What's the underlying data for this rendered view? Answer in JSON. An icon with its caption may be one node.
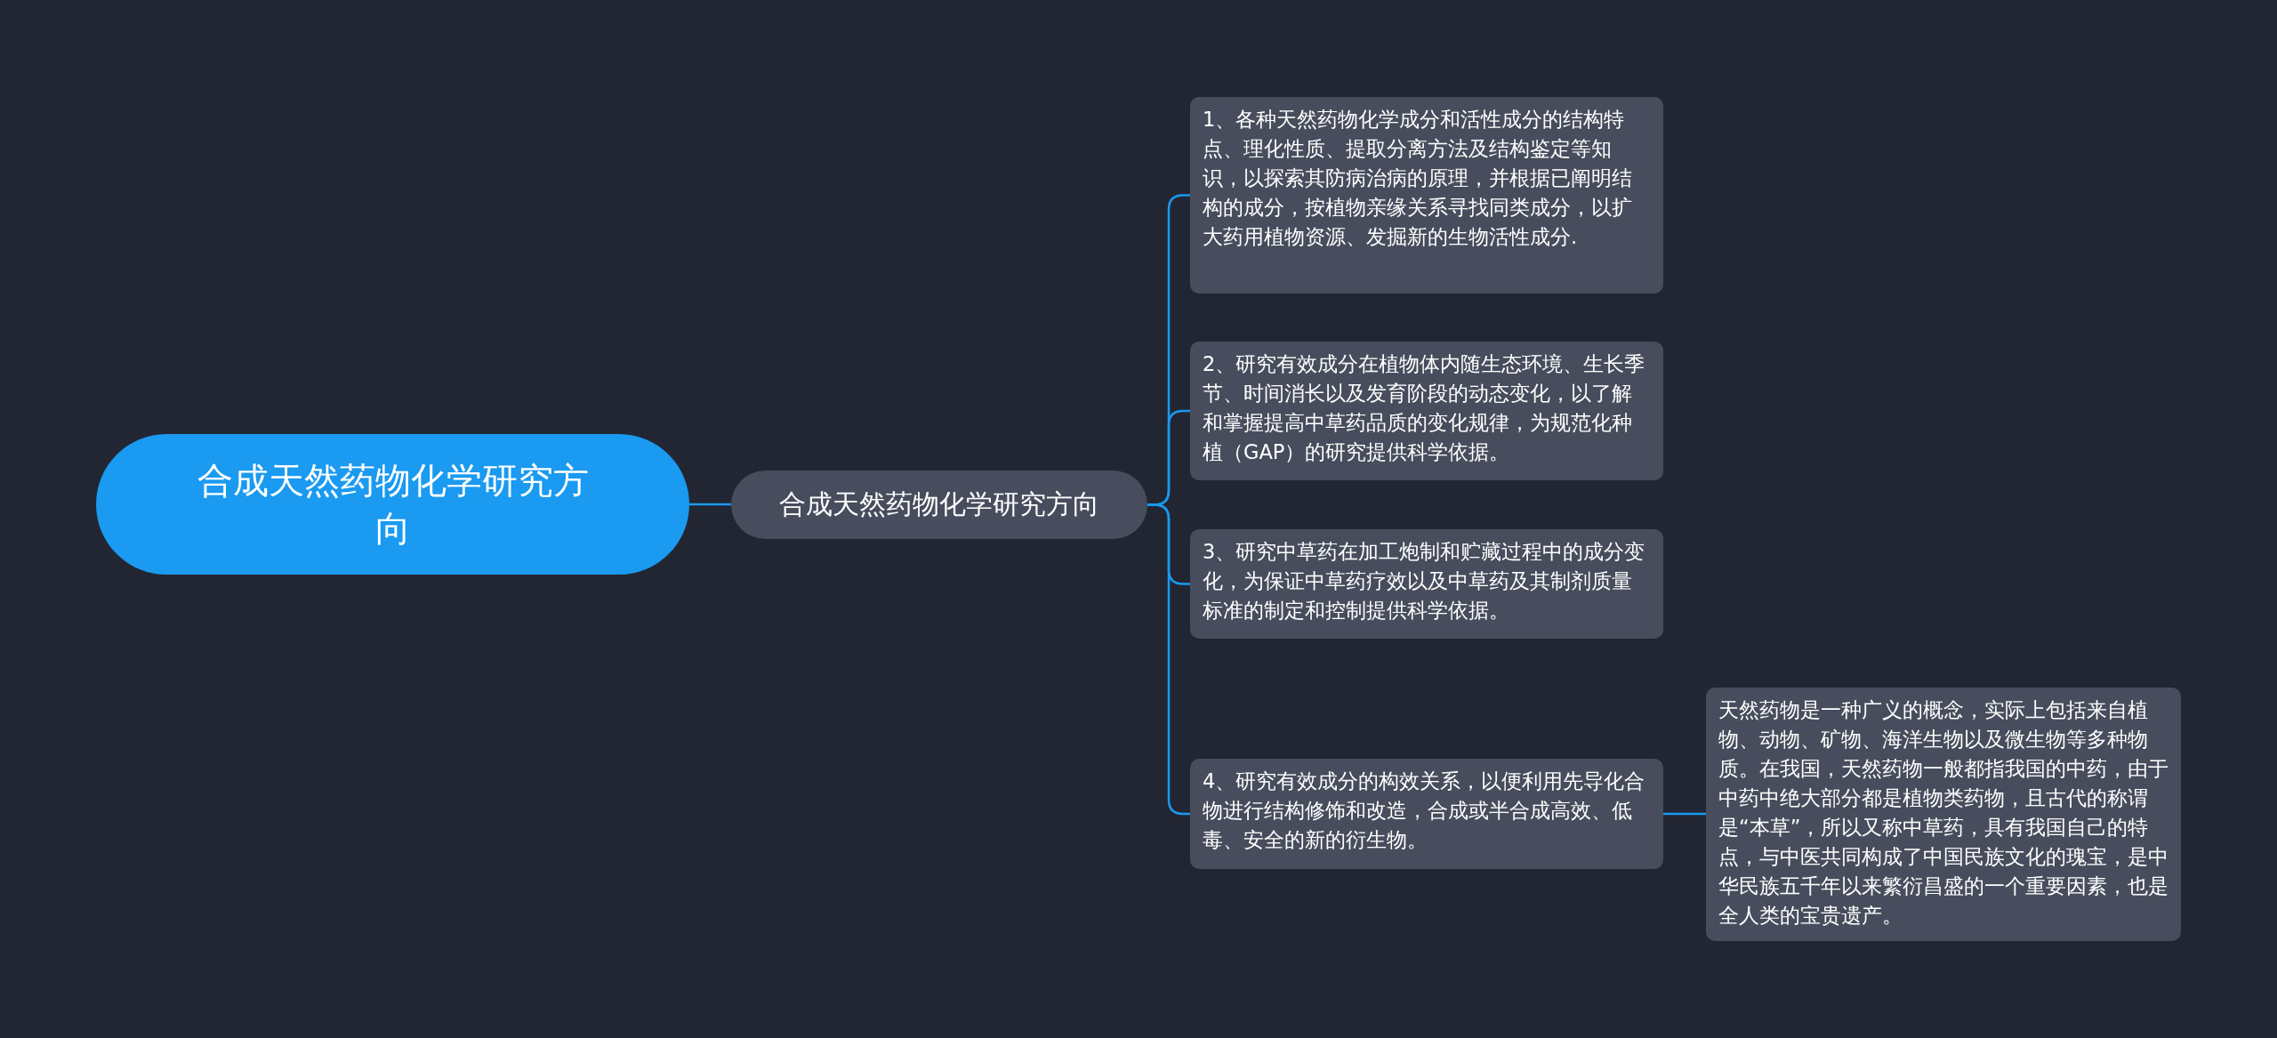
{
  "diagram": {
    "nodes": [
      {
        "text": [
          "合成天然药物化学研究方向"
        ]
      },
      {
        "text": [
          "合成天然药物化学研究方向"
        ]
      },
      {
        "text": [
          "1、各种天然药物化学成分和活性成分的结构特点、理化性质、提取分离方法及结构鉴定等知识，以探索其防病治病的原理，并根据已阐明结构的成分，按植物亲缘关系寻找同类成分，以扩大药用植物资源、发掘新的生物活性成分."
        ]
      },
      {
        "text": [
          "2、研究有效成分在植物体内随生态环境、生长季节、时间消长以及发育阶段的动态变化，以了解和掌握提高中草药品质的变化规律，为规范化种植（GAP）的研究提供科学依据。"
        ]
      },
      {
        "text": [
          "3、研究中草药在加工炮制和贮藏过程中的成分变化，为保证中草药疗效以及中草药及其制剂质量标准的制定和控制提供科学依据。"
        ]
      },
      {
        "text": [
          "4、研究有效成分的构效关系，以便利用先导化合物进行结构修饰和改造，合成或半合成高效、低毒、安全的新的衍生物。"
        ]
      },
      {
        "text": [
          "天然药物是一种广义的概念，实际上包括来自植物、动物、矿物、海洋生物以及微生物等多种物质。在我国，天然药物一般都指我国的中药，由于中药中绝大部分都是植物类药物，且古代的称谓是“本草”，所以又称中草药，具有我国自己的特点，与中医共同构成了中国民族文化的瑰宝，是中华民族五千年以来繁衍昌盛的一个重要因素，也是全人类的宝贵遗产。"
        ]
      }
    ],
    "edges": [
      {
        "from": 0,
        "to": 1,
        "arrow": "none"
      },
      {
        "from": 1,
        "to": 2,
        "arrow": "none"
      },
      {
        "from": 1,
        "to": 3,
        "arrow": "none"
      },
      {
        "from": 1,
        "to": 4,
        "arrow": "none"
      },
      {
        "from": 1,
        "to": 5,
        "arrow": "none"
      },
      {
        "from": 5,
        "to": 6,
        "arrow": "none"
      }
    ]
  }
}
